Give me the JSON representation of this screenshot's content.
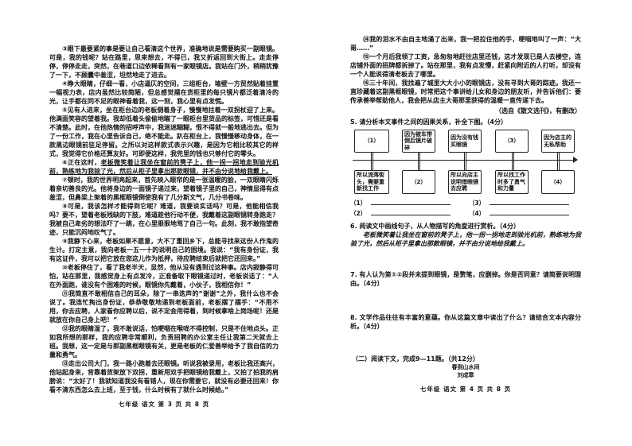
{
  "left_page": {
    "paragraphs": [
      "③眼下最要紧的事是要让自己看清这个世界，准确地说是需要购买一副眼镜。可是，我的钱呢？站在路里，思来想去，不得已，我又折返回到大街上。走走停停，停停走走，突然，在巷道口边依稀看到有一家眼镜店。我站在门外，稍稍犹豫了一下，不顾囊中羞涩，坦然地走了进去。",
      "④睁大眼睛，仔细一看，小店逼仄的空间，三组柜台，墙壁一方贸然贴着挂置一幅视力表，店内虽然比较简陋，但总感觉摆在货柜里的每只镜片都泛着清冷的光，让手都在同不足的眼神看着我，这一刻，我心里有点发慌。",
      "⑤见有人进来，坐在柜台边的老板侧着身子，慢慢地拄着一双拐杖迎了上来。他满面笑容的望着我。我却低着头偷偷地瞄了一眼柜台里货品的标签，可惜还是看不清楚。此时，在他热情的招呼声中，我迷迷糊糊，恨不得就一般地逃出去。但为了一份工作，我在心里告诉自己，绝不能走。趴在柜台上，我慢慢移动身体，在一款黑边眼镜前驻足停留。之所以对这样款式表示兴趣，是因为它相比较其它的样式，我觉得它价格还算友好。可即便这样，我兜里的钱也只够付它的零头。",
      "⑥正在这时，",
      "⑦顿时，我的世界明亮起来，首先映入眼帘的是一张温暖的脸，一双眼睛闪烁着亲切善良的光。他将身边的一面镜子递过来，望着镜子里的自己，神情显得有点羞涩，但鼻梁上架着的黑框眼镜倒使我有了几分斯文气，几分书卷味。",
      "⑧可是，我该怎样才能得到它呢？难道，我要说实话吗？可是，他能相信我吗？要不，望着老板残缺的下肢，难道趁他行动不便，我戴着这副眼镜转身跑走？我被自己卑劣的想法吓了一跳，在心里狠狠地骂了自己一句。此刻，我不敢指望奇迹，只能沉闷地叹气了。",
      "⑨我静下心来，老板如果不愿意，大不了重回乡下，总能寻找来这份人作鬼的生计。打定主意，我向老板一五一十的说明自己的困境。我说：“我有身份证，我有这证件，我可以把它放在您这儿作为抵押，待应聘结束后就把它还回来。”",
      "⑩老板停住了，看了我老半天，显然，他从没有遇到过这种事。店内寂静得可怕，站在那里，我感觉身上有点发冷，正准备取下眼镜递过时，老板说话了：“人在外面跑，谁没有个困难的时候，眼镜你先戴着，小伙子，我相信你！”",
      "⑪我简直不敢相信自己的耳朵，除了一串迭声的“谢谢”之外，我什么也不会说了。我连忙掏出身份证，恭恭敬敬地递到老板面前，老板摆了摆手：“不用不用，你去应聘，人家看你应聘以后，说不定会用得着，到时候拿啥上岗场呢！还是就放在你自己身上吧！”",
      "⑫我的眼睛湿了，我不敢说话，怕哽咽在喉咙不得控制，只是不住地点头。正如我所想的那样，我的应聘非常顺利，负责招聘的办公室主任让我第二天就去上班。我想，这一定是与那副黑框眼镜有关，更是老板的仁爱善举给予了我自信的力量和勇气。",
      "⑬走出公司大门，我一路小跑着去还眼镜。听说我被录用，老板比我还高兴，他站起身来，背靠着货架放下双拐，重新用双手把眼镜给我戴上，又拍了拍我的肩膀说：“太好了！我就知道我没有看错人，现在你需要它，就没有必要还回来！你看不清东西怎么去上班，至于钱，什么时候有了就什么时候给。”"
    ],
    "underlined_sentence": "老板微笑着让我坐在窗前的凳子上，他一拐一拐地走到验光机前，熟练地为我验了光，然后从柜子里拿出那款眼镜，并不由分说地给我戴上。",
    "footer": "七年级  语文  第 3 页  共 8 页"
  },
  "right_page": {
    "paragraphs": [
      "⑭我的泪水不由自主地涌了出来，我一把拉住他的手，哽咽地叫了一声：“大哥……”",
      "⑮一个月后我领了工资，急匆匆地赶往店里还钱，这才发现已是人去楼空，连店铺外面的招牌都拆掉了。站在那里，我有点发懵，赶紧向附近的人打听，却没有一个人能说得清老板去了哪里。",
      "⑯三十年间，我找遍了城里大大小小的眼镜店，没有寻到大哥的踪迹。我还一直珍藏着这副黑框眼镜，时常把这个事讲给儿女和身边的朋友听，并告诉他们：要传承善举帮助他人，我会把从店主大哥那里获得的温暖一直传递下去。"
    ],
    "source": "（选自《散文选刊》，有删改）",
    "q5": "5. 请分析本文事件之间的因果关系，补全下图。（4分）",
    "diagram": {
      "top": [
        "（1）",
        "因为被车带倒后镜片破碎",
        "因为没有钱买眼镜",
        "（3）",
        "因为店主的无私帮助"
      ],
      "bottom": [
        "所以流落街头，需要重新找工作",
        "（2）",
        "所以向店主说明借眼镜去应聘",
        "所以找工作时多了勇气和力量",
        "（4）"
      ]
    },
    "blanks": [
      "（1）",
      "（2）",
      "（3）",
      "（4）"
    ],
    "q6": "6. 阅读文中画线句子，从人物描写的角度进行赏析。（4分）",
    "q6_quote": "老板微笑着让我坐在窗前的凳子上，他一拐一拐地走到验光机前，熟练地为我验了光，然后从柜子里拿出那款眼镜，并不由分说地给我戴上。",
    "q7": "7. 有人认为第①②段并未提到眼镜，是赘笔，应删掉。你是否同意？请简要说明理由。（4分）",
    "q8": "8. 文学作品往往有丰富的意蕴。你从这篇文章中读出了什么？请结合文本内容分析。（4分）",
    "section2": "（二）阅读下文，完成9—11题。（共12分）",
    "section2_title": "春到山水间",
    "section2_author": "刘成章",
    "footer": "七年级  语文  第 4 页  共 8 页"
  }
}
